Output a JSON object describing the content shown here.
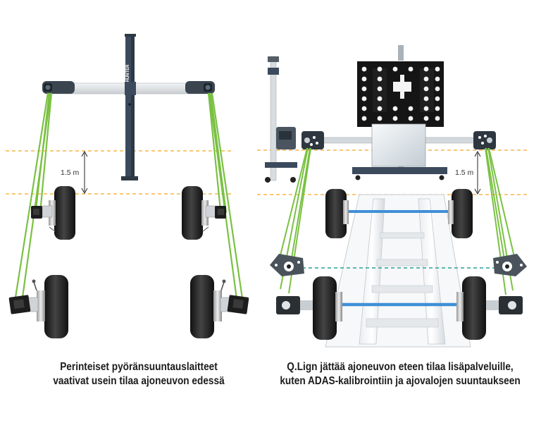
{
  "distance_labels": {
    "left": "1.5 m",
    "right": "1.5 m"
  },
  "brand_text": "HUNTER",
  "captions": {
    "left": [
      "Perinteiset pyöränsuuntauslaitteet",
      "vaativat usein tilaa ajoneuvon edessä"
    ],
    "right": [
      "Q.Lign jättää ajoneuvon eteen tilaa lisäpalveluille,",
      "kuten ADAS-kalibrointiin ja ajovalojen suuntaukseen"
    ]
  },
  "colors": {
    "laser": "#7ac143",
    "guide_line": "#f5a623",
    "axle": "#3f8fd6",
    "axle_dashed": "#2aa198",
    "tower": "#3b4a5c",
    "tire": "#222222"
  }
}
